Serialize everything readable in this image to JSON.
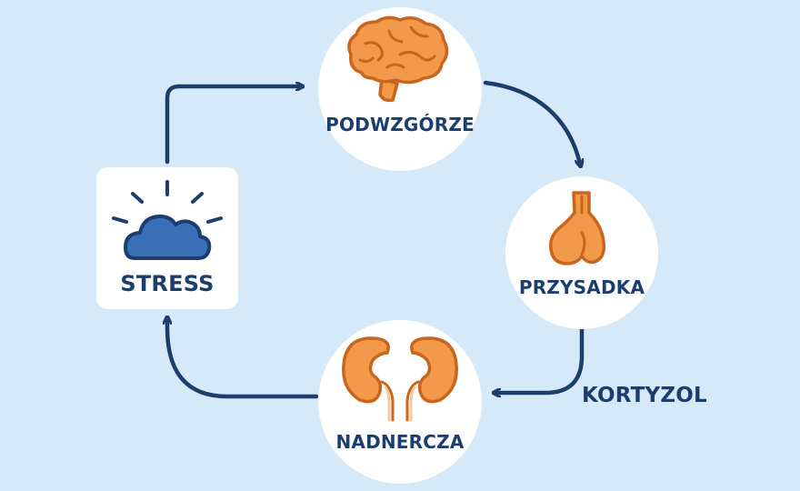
{
  "nodes": {
    "stress": {
      "label": "STRESS"
    },
    "hypothalamus": {
      "label": "PODWZGÓRZE"
    },
    "pituitary": {
      "label": "PRZYSADKA"
    },
    "adrenals": {
      "label": "NADNERCZA"
    }
  },
  "edge_label": "KORTYZOL",
  "colors": {
    "background": "#d6e9f8",
    "arrow": "#1c3e6e",
    "organ_fill": "#f29a49",
    "organ_stroke": "#c8651f",
    "cloud_fill": "#3b6fb5",
    "cloud_stroke": "#1c3e6e"
  },
  "icons": [
    "cloud-icon",
    "brain-icon",
    "pituitary-icon",
    "kidneys-icon"
  ]
}
